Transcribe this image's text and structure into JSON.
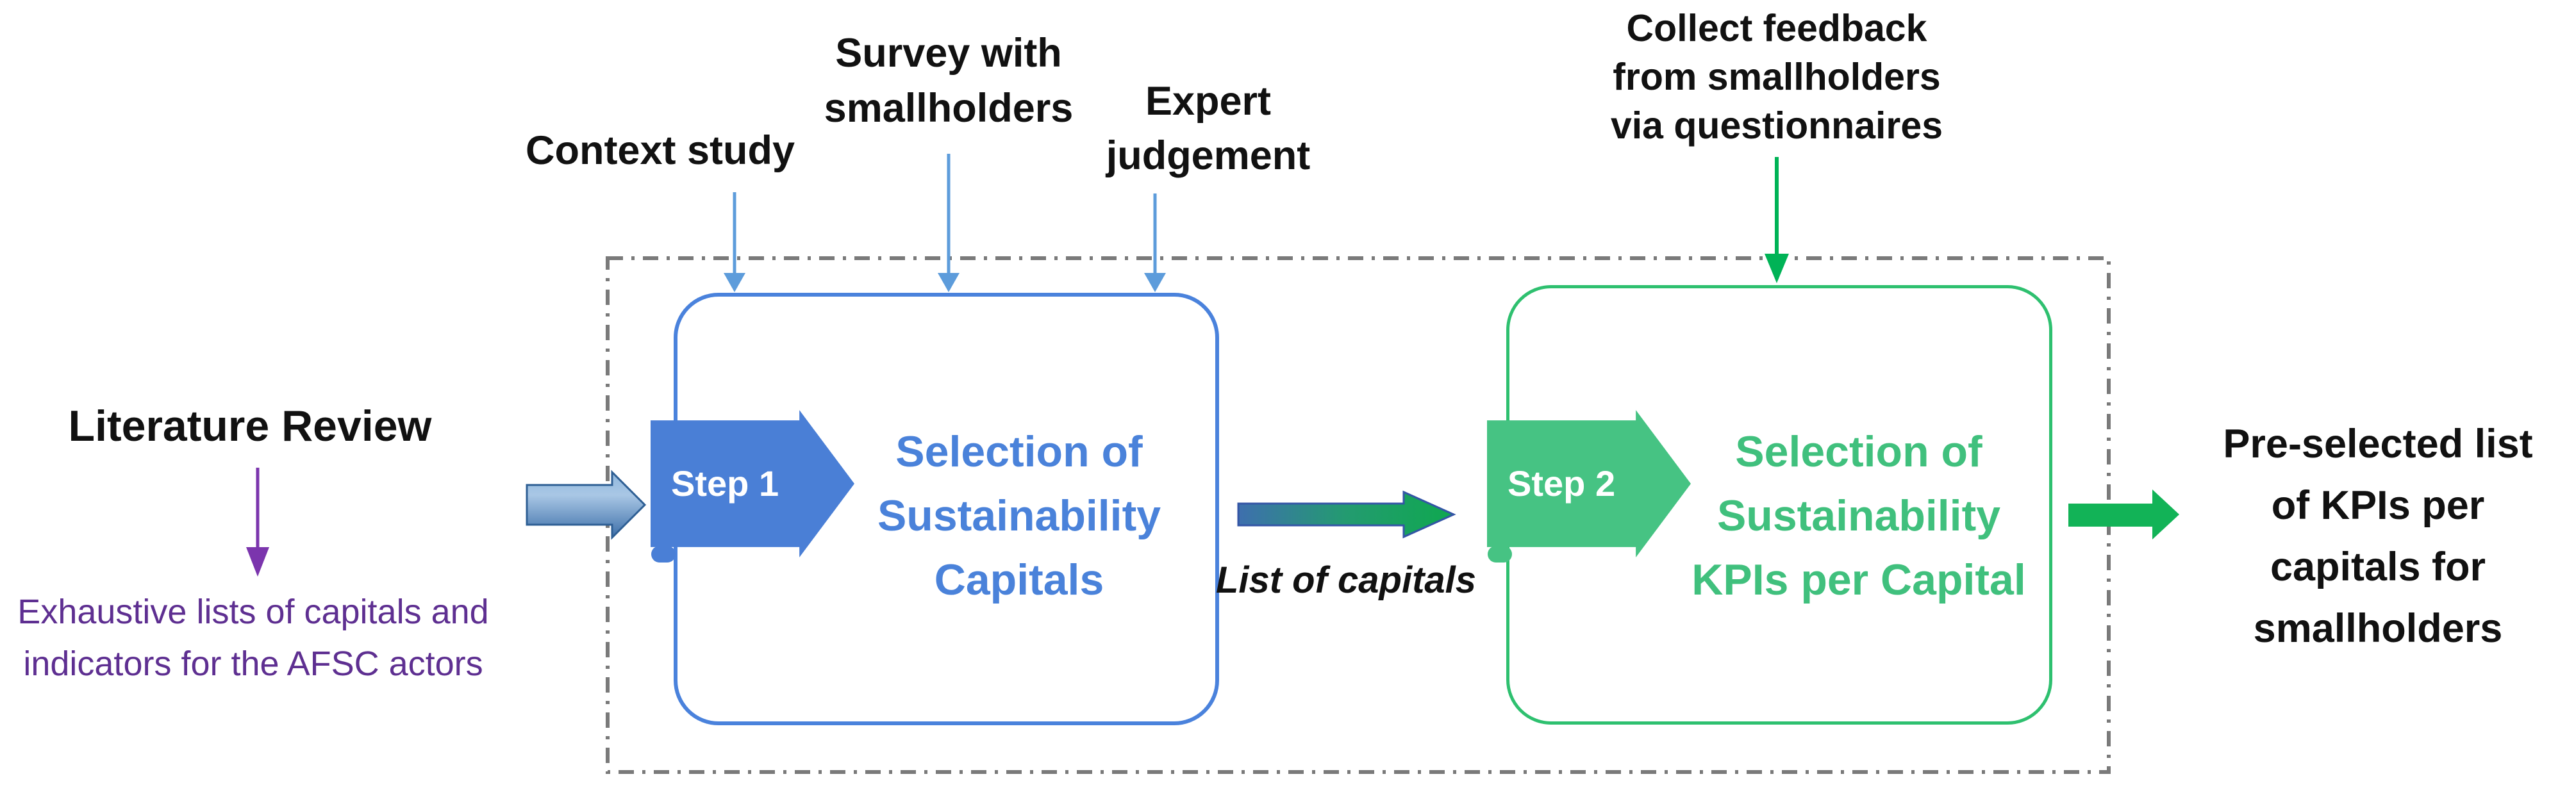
{
  "literature": {
    "title": "Literature Review",
    "caption": [
      "Exhaustive lists of capitals and",
      "indicators for the AFSC actors"
    ]
  },
  "inputs": {
    "context_study": {
      "lines": [
        "Context study"
      ]
    },
    "survey": {
      "lines": [
        "Survey with",
        "smallholders"
      ]
    },
    "expert": {
      "lines": [
        "Expert",
        "judgement"
      ]
    },
    "collect_feedback": {
      "lines": [
        "Collect feedback",
        "from smallholders",
        "via questionnaires"
      ]
    }
  },
  "process": {
    "step1": {
      "badge": "Step 1",
      "title": [
        "Selection of",
        "Sustainability",
        "Capitals"
      ]
    },
    "step2": {
      "badge": "Step 2",
      "title": [
        "Selection of",
        "Sustainability",
        "KPIs per Capital"
      ]
    },
    "intermediate_label": "List of capitals"
  },
  "output": {
    "lines": [
      "Pre-selected list",
      "of KPIs per",
      "capitals for",
      "smallholders"
    ]
  },
  "colors": {
    "blue_fill": "#4a7fd6",
    "blue_border": "#4a82dc",
    "blue_text": "#4a82da",
    "blue_thin_arrow": "#5d9cdb",
    "steel_arrow_light": "#8fb7dd",
    "steel_arrow_dark": "#3c6ea8",
    "steel_arrow_stroke": "#2e5f94",
    "gradient_arrow_from": "#3e6fae",
    "gradient_arrow_mid": "#239b70",
    "gradient_arrow_to": "#0fa84f",
    "gradient_arrow_stroke": "#3355a5",
    "green_fill": "#46c383",
    "green_border": "#2ec06f",
    "green_text": "#40c07d",
    "green_solid_arrow": "#12b357",
    "green_thin_arrow": "#00b356",
    "purple_text": "#5e2f91",
    "purple_arrow": "#7b35ad",
    "dash_gray": "#7a7a7a",
    "ink": "#111111"
  }
}
